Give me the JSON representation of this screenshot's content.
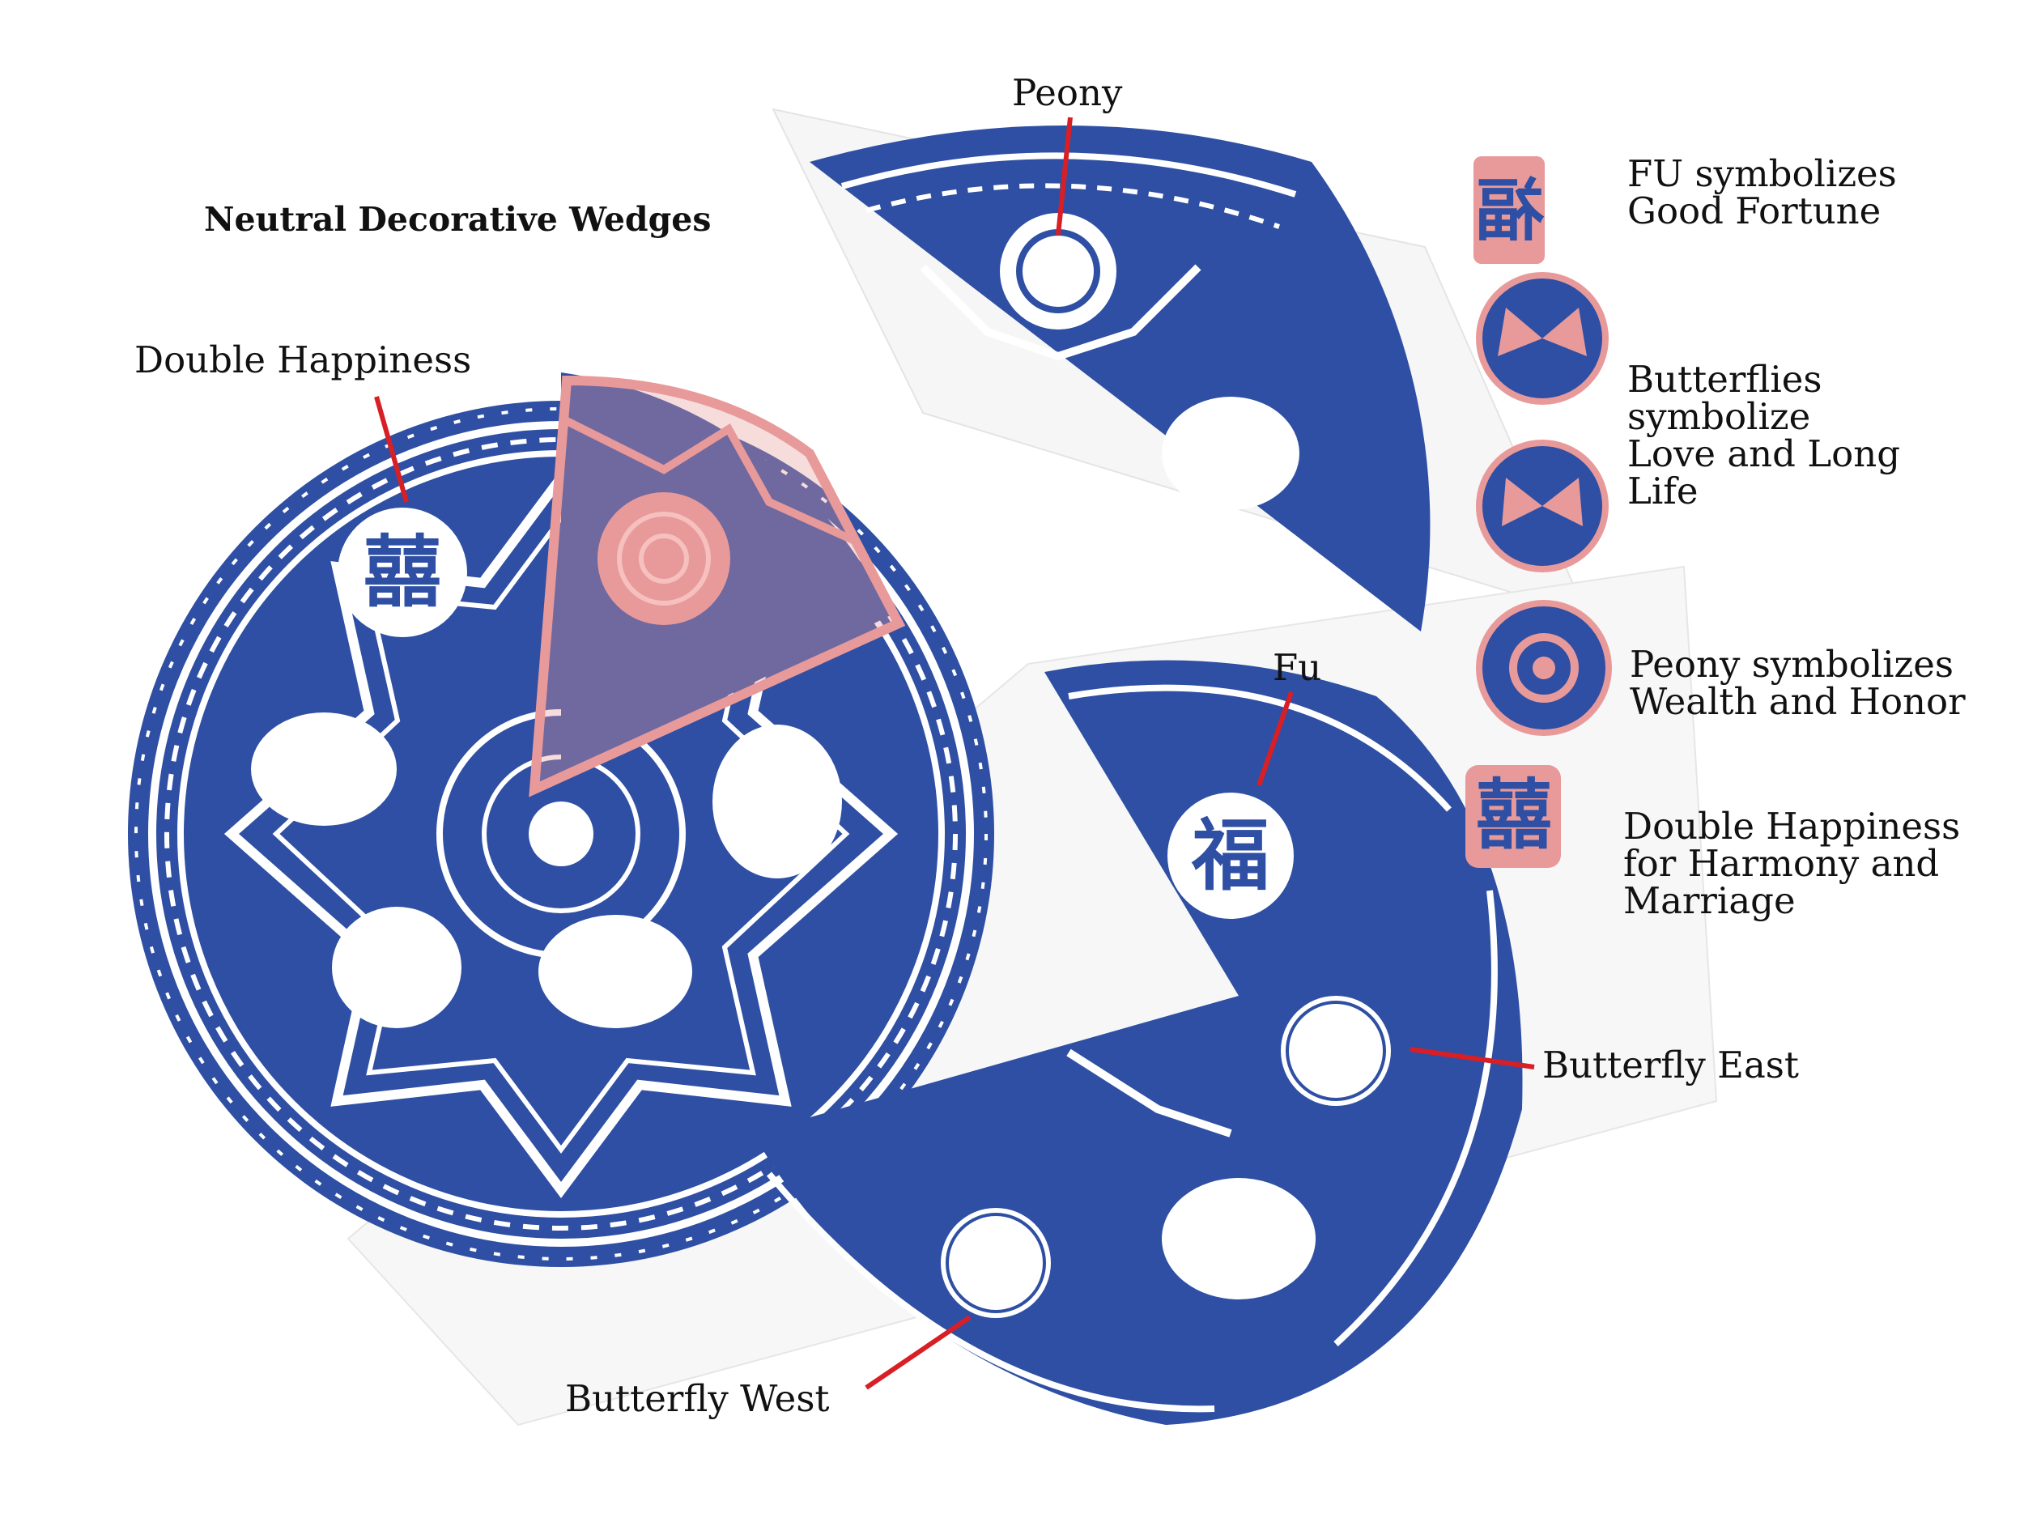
{
  "title": "Neutral Decorative Wedges",
  "callouts": {
    "peony": "Peony",
    "double_happiness": "Double Happiness",
    "fu": "Fu",
    "butterfly_east": "Butterfly East",
    "butterfly_west": "Butterfly West"
  },
  "legend": [
    {
      "icon": "fu-stamp-icon",
      "lines": [
        "FU symbolizes",
        "Good Fortune"
      ]
    },
    {
      "icon": "butterfly-stamp-icon",
      "lines": [
        "Butterflies",
        "symbolize",
        "Love and Long",
        "Life"
      ]
    },
    {
      "icon": "peony-stamp-icon",
      "lines": [
        "Peony symbolizes",
        "Wealth and Honor"
      ]
    },
    {
      "icon": "double-happiness-stamp-icon",
      "lines": [
        "Double Happiness",
        "for Harmony and",
        "Marriage"
      ]
    }
  ],
  "glyphs": {
    "double_happiness": "囍",
    "fu": "福"
  },
  "colors": {
    "print_blue": "#2e4fa3",
    "stamp_pink": "#e89a9a",
    "paper": "#ffffff",
    "callout_red": "#d81f26",
    "text": "#111111"
  }
}
